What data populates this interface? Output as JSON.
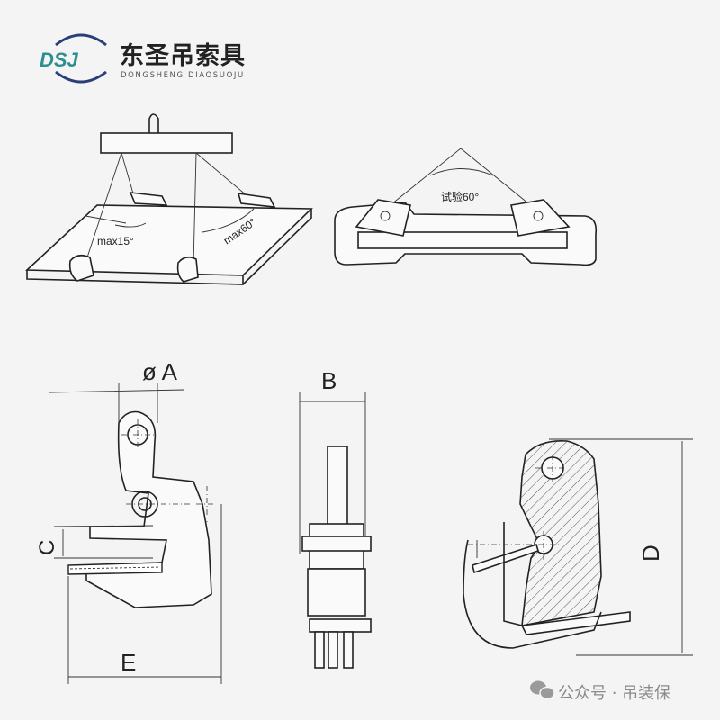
{
  "logo": {
    "mark_text": "DSJ",
    "name_cn": "东圣吊索具",
    "name_en": "DONGSHENG DIAOSUOJU",
    "accent_color": "#2e8f8f",
    "arc_color": "#2a3f7a"
  },
  "diagram_plate_lift": {
    "angle_label_1": "max15°",
    "angle_label_2": "max60°"
  },
  "diagram_test": {
    "angle_label": "试验60°"
  },
  "dimensions": {
    "a": "ø A",
    "b": "B",
    "c": "C",
    "d": "D",
    "e": "E"
  },
  "watermark": {
    "icon": "wechat-icon",
    "text": "公众号 · 吊装保"
  }
}
